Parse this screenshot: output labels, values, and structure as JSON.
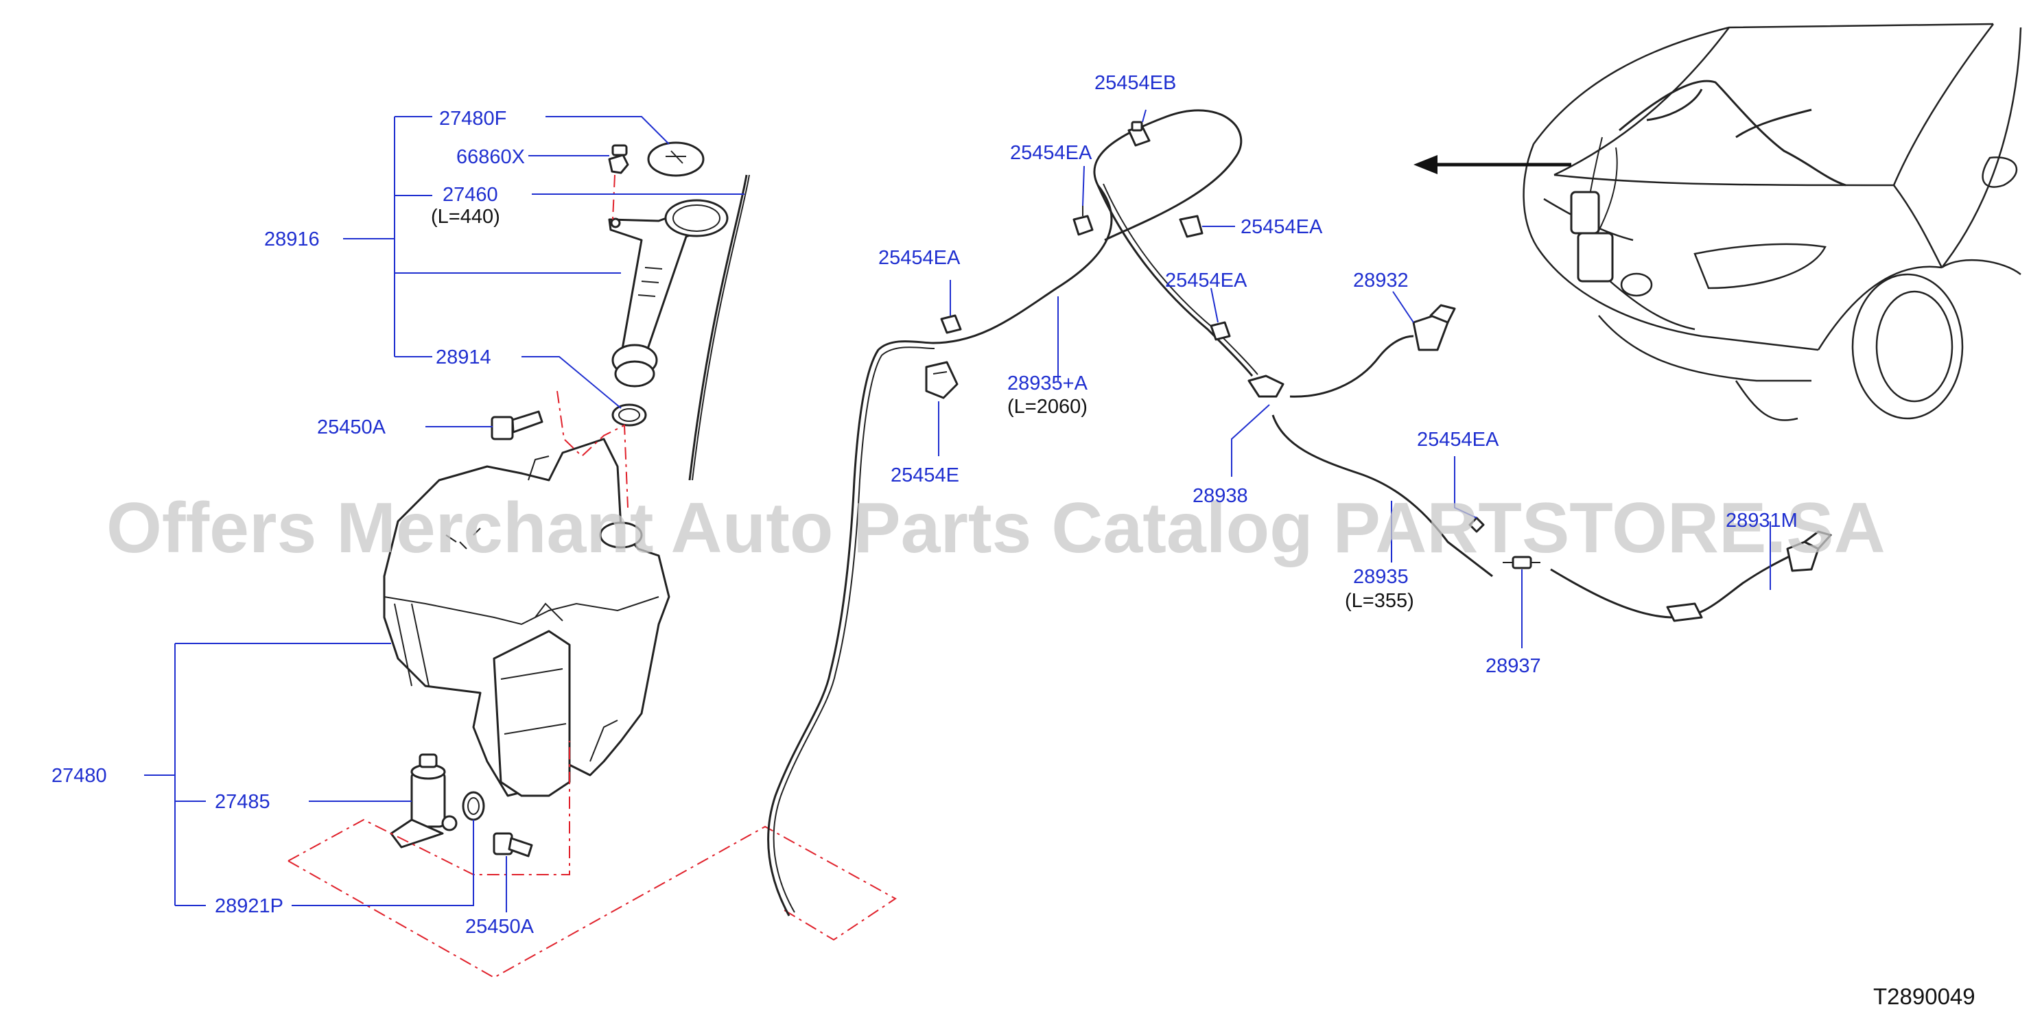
{
  "labels": {
    "l_27480F": "27480F",
    "l_66860X": "66860X",
    "l_27460": "27460",
    "l_27460_len": "(L=440)",
    "l_28916": "28916",
    "l_28914": "28914",
    "l_25450A_top": "25450A",
    "l_27480": "27480",
    "l_27485": "27485",
    "l_28921P": "28921P",
    "l_25450A_bottom": "25450A",
    "l_25454EB": "25454EB",
    "l_25454EA_1": "25454EA",
    "l_25454EA_2": "25454EA",
    "l_25454EA_3": "25454EA",
    "l_25454EA_4": "25454EA",
    "l_25454EA_5": "25454EA",
    "l_25454E": "25454E",
    "l_28935A": "28935+A",
    "l_28935A_len": "(L=2060)",
    "l_28932": "28932",
    "l_28938": "28938",
    "l_28935": "28935",
    "l_28935_len": "(L=355)",
    "l_28937": "28937",
    "l_28931M": "28931M"
  },
  "watermark": "Offers Merchant Auto Parts Catalog PARTSTORE.SA",
  "diagram_code": "T2890049",
  "colors": {
    "label": "#1f2fd0",
    "line": "#222222",
    "dashed_outline": "#e0202a",
    "watermark": "#c9c9c9"
  }
}
